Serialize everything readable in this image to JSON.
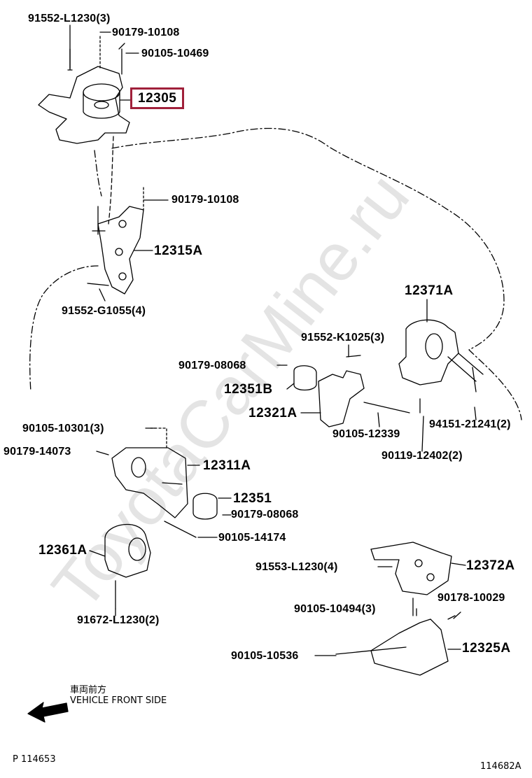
{
  "watermark": "ToyotaCarMine.ru",
  "callouts": {
    "a1": "91552-L1230(3)",
    "a2": "90179-10108",
    "a3": "90105-10469",
    "a4": "12305",
    "a5": "90179-10108",
    "a6": "12315A",
    "a7": "91552-G1055(4)",
    "a8": "12371A",
    "a9": "91552-K1025(3)",
    "a10": "90179-08068",
    "a11": "12351B",
    "a12": "12321A",
    "a13": "90105-12339",
    "a14": "94151-21241(2)",
    "a15": "90119-12402(2)",
    "a16": "90105-10301(3)",
    "a17": "90179-14073",
    "a18": "12311A",
    "a19": "12351",
    "a20": "90179-08068",
    "a21": "90105-14174",
    "a22": "12361A",
    "a23": "91553-L1230(4)",
    "a24": "12372A",
    "a25": "90105-10494(3)",
    "a26": "90178-10029",
    "a27": "91672-L1230(2)",
    "a28": "90105-10536",
    "a29": "12325A"
  },
  "front": {
    "jp": "車両前方",
    "en": "VEHICLE FRONT SIDE"
  },
  "footer": {
    "left": "P 114653",
    "right": "114682A"
  },
  "colors": {
    "highlight": "#a0203a",
    "line": "#000000",
    "watermark": "#e4e4e4"
  }
}
